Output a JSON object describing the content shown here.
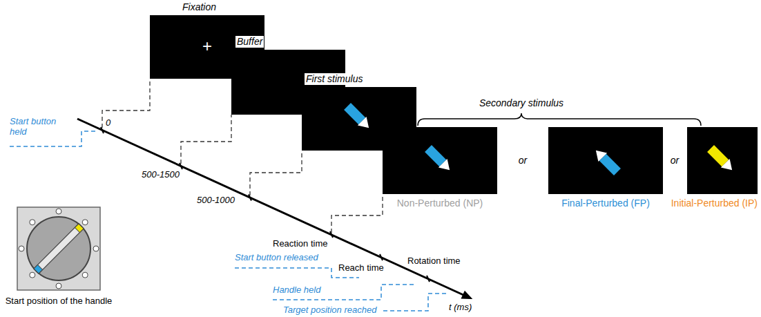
{
  "diagram": {
    "nodes": [
      {
        "text": [
          "Fixation",
          "+"
        ]
      },
      {
        "text": [
          "Buffer"
        ]
      },
      {
        "text": [
          "First stimulus"
        ]
      },
      {
        "text": [
          "Non-Perturbed (NP)"
        ]
      },
      {
        "text": [
          "Final-Perturbed (FP)"
        ]
      },
      {
        "text": [
          "Initial-Perturbed (IP)"
        ]
      }
    ],
    "labels": [
      "Secondary stimulus",
      "or",
      "or",
      "0",
      "500-1500",
      "500-1000",
      "Reaction time",
      "Reach time",
      "Rotation time",
      "t (ms)",
      "Start button held",
      "Start button released",
      "Handle held",
      "Target position reached",
      "Start position of the handle"
    ]
  }
}
